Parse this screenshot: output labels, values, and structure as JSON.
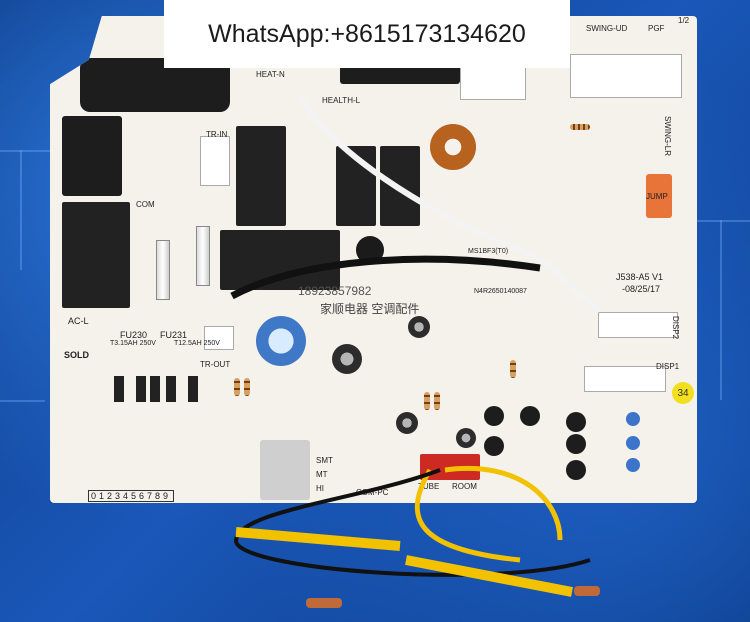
{
  "watermark": {
    "text": "WhatsApp:+8615173134620"
  },
  "board_labels": {
    "solo": "SOLD",
    "fu230": "FU230",
    "fu231": "FU231",
    "fu230_rating": "T3.15AH 250V",
    "fu231_rating": "T12.5AH 250V",
    "tr_in": "TR-IN",
    "tr_out": "TR-OUT",
    "comp": "COM",
    "ac_l": "AC-L",
    "heat_n": "HEAT-N",
    "health_l": "HEALTH-L",
    "jump": "JUMP",
    "swing_ud": "SWING-UD",
    "swing_lr": "SWING-LR",
    "disp1": "DISP1",
    "disp2": "DISP2",
    "tube": "TUBE",
    "room": "ROOM",
    "com_pc": "COM-PC",
    "smt": "SMT",
    "mt": "MT",
    "hi": "HI",
    "part_code": "J538-A5  V1",
    "date": "-08/25/17",
    "sn": "N4R2650140087",
    "badge": "34",
    "cn_text": "家顺电器 空调配件",
    "phone": "18923857982",
    "digits": "0123456789",
    "pgf": "PGF",
    "page": "1/2",
    "model": "MS1BF3(T0)"
  },
  "colors": {
    "board": "#f4f2ea",
    "background": "#0d3b86",
    "wire_yellow": "#f2c200"
  }
}
